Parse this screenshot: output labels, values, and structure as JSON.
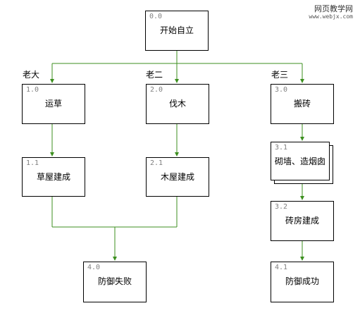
{
  "watermark": {
    "top": "网页教学网",
    "bottom": "www.webjx.com"
  },
  "line_color": "#3c8f1f",
  "groups": [
    "老大",
    "老二",
    "老三"
  ],
  "nodes": {
    "n00": {
      "num": "0.0",
      "label": "开始自立"
    },
    "n10": {
      "num": "1.0",
      "label": "运草"
    },
    "n11": {
      "num": "1.1",
      "label": "草屋建成"
    },
    "n20": {
      "num": "2.0",
      "label": "伐木"
    },
    "n21": {
      "num": "2.1",
      "label": "木屋建成"
    },
    "n30": {
      "num": "3.0",
      "label": "搬砖"
    },
    "n31": {
      "num": "3.1",
      "label": "砌墙、造烟囱"
    },
    "n32": {
      "num": "3.2",
      "label": "砖房建成"
    },
    "n40": {
      "num": "4.0",
      "label": "防御失败"
    },
    "n41": {
      "num": "4.1",
      "label": "防御成功"
    }
  }
}
